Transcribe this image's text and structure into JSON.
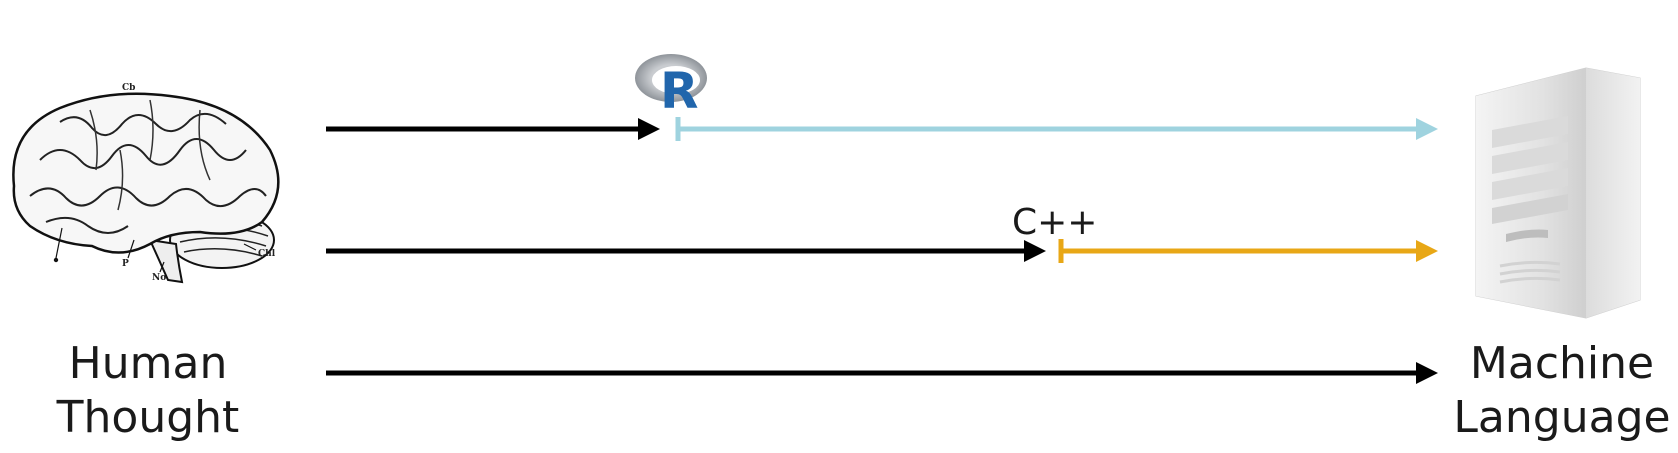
{
  "source": {
    "label_line1": "Human",
    "label_line2": "Thought",
    "icon": "brain-icon",
    "annotations": [
      "Cb",
      "Chl",
      "No",
      "P",
      "o"
    ]
  },
  "target": {
    "label_line1": "Machine",
    "label_line2": "Language",
    "icon": "server-icon"
  },
  "paths": [
    {
      "language": "R",
      "logo": "r-logo-icon",
      "segment_color": "#9fd3df"
    },
    {
      "language": "C++",
      "segment_color": "#e8a716"
    },
    {
      "language": "",
      "segment_color": "#000000"
    }
  ],
  "colors": {
    "arrow": "#000000",
    "r_path": "#9fd3df",
    "cpp_path": "#e8a716",
    "r_logo_blue": "#2166ac",
    "r_logo_gray": "#9a9ea4"
  }
}
